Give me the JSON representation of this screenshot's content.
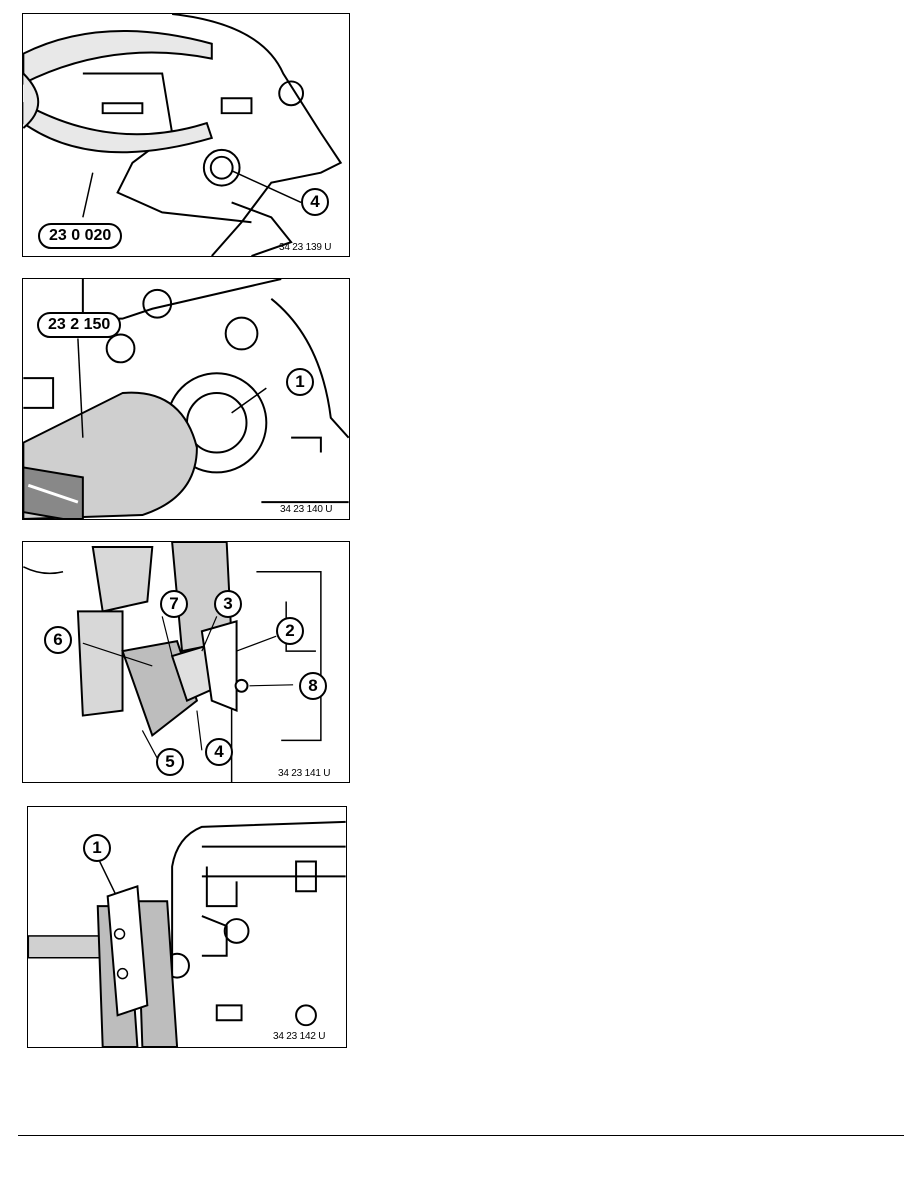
{
  "figures": [
    {
      "ref": "34 23 139 U",
      "tool_label": "23 0 020",
      "callouts": [
        "4"
      ]
    },
    {
      "ref": "34 23 140 U",
      "tool_label": "23 2 150",
      "callouts": [
        "1"
      ]
    },
    {
      "ref": "34 23 141 U",
      "callouts": [
        "7",
        "3",
        "2",
        "6",
        "8",
        "4",
        "5"
      ]
    },
    {
      "ref": "34 23 142 U",
      "callouts": [
        "1"
      ]
    }
  ]
}
